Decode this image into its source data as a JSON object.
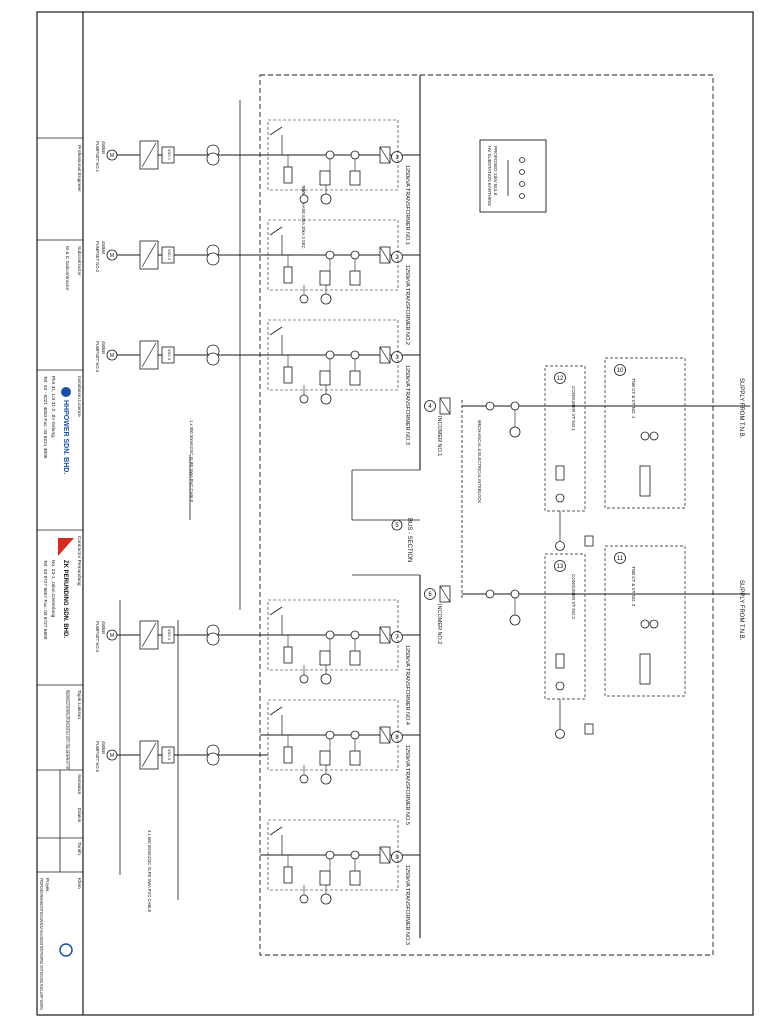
{
  "title_block": {
    "professional_engineer_label": "Professional Engineer",
    "subcontractor_label": "Subcontractor",
    "subcontractor_name": "M & C Subcontractor",
    "installation_licence_label": "Installation Licence",
    "installation_company": "HHPOWER SDN. BHD.",
    "installation_address": "Plot 41, Lot 31-2, Jln Gelang,",
    "installation_phone": "Tel: 03 - 9221 4803   Fax: 03 9221 4805",
    "contractor_label": "Contractor Pemandang",
    "contractor_company": "ZK PERUNDING SDN. BHD.",
    "contractor_address": "No. 23-1, Jalan Cemerlang",
    "contractor_phone": "Tel: 03 8727 6657   Fax: 03 8727 6658",
    "drawing_title_label": "Tajuk Lukisan",
    "drawing_title": "MANGSA NAUI BOOSTER PUMPING STATION MODIFICATION OF VSD AT TO SINGLE LINE DIAGRAM SOFT START",
    "col_1": "Semakan",
    "col_2": "Dilukis",
    "col_3": "Tarikh",
    "client_label": "Klien",
    "project_label": "Projek",
    "project_title": "PROPOSED REHABILITATION MANGSA NAUI BOOSTER PUMPING STATION AND ANCILLARY WORKS"
  },
  "supplies": {
    "supply_1": "SUPPLY FROM T.N.B.",
    "supply_2": "SUPPLY FROM T.N.B."
  },
  "transformers": [
    {
      "num": "1",
      "label": "1250kVA TRANSFORMER NO.1"
    },
    {
      "num": "2",
      "label": "1250kVA TRANSFORMER NO.2"
    },
    {
      "num": "3",
      "label": "1250kVA TRANSFORMER NO.3"
    },
    {
      "num": "7",
      "label": "1250kVA TRANSFORMER NO.4"
    },
    {
      "num": "8",
      "label": "1250kVA TRANSFORMER NO.5"
    },
    {
      "num": "9",
      "label": "1250kVA TRANSFORMER NO.3"
    }
  ],
  "incomers": [
    {
      "num": "4",
      "label": "INCOMER NO.1"
    },
    {
      "num": "6",
      "label": "INCOMER NO.2"
    }
  ],
  "bus_section": {
    "num": "5",
    "label": "BUS - SECTION"
  },
  "tnb_panels": [
    {
      "num": "10",
      "label": "TNB CT & VT NO. 1"
    },
    {
      "num": "11",
      "label": "TNB CT & VT NO. 2"
    }
  ],
  "consumer_panels": [
    {
      "num": "12",
      "label": "CONSUMER VT NO.1"
    },
    {
      "num": "13",
      "label": "CONSUMER VT NO.2"
    }
  ],
  "pumps": [
    {
      "label": "PUMPSET NO.1",
      "kw": "450kW",
      "vsd": "VSD 1"
    },
    {
      "label": "PUMPSET NO.2",
      "kw": "450kW",
      "vsd": "VSD 2"
    },
    {
      "label": "PUMPSET NO.3",
      "kw": "450kW",
      "vsd": "VSD 3"
    },
    {
      "label": "PUMPSET NO.4",
      "kw": "450kW",
      "vsd": "VSD 4"
    },
    {
      "label": "PUMPSET NO.5",
      "kw": "450kW",
      "vsd": "VSD 5"
    }
  ],
  "legend": {
    "line1": "PROPOSED 11kV BULK",
    "line2": "HV SUBSTATION EARTHING"
  },
  "notes": {
    "note_1": "1 x 300 50mm2/3C XLPE SWA PVC CABLE",
    "note_2": "3 x 500 50mm2/3C XLPE SWA PVC CABLE",
    "interlock_1": "MECHANICAL & ELECTRICAL INTERLOCK",
    "bus_note": "11kV 3 PHASE 630A 20kA 3 SEC."
  },
  "colors": {
    "line": "#1a1a1a",
    "paper": "#ffffff",
    "logo_blue": "#1c4fa3",
    "logo_red": "#d42a22"
  }
}
